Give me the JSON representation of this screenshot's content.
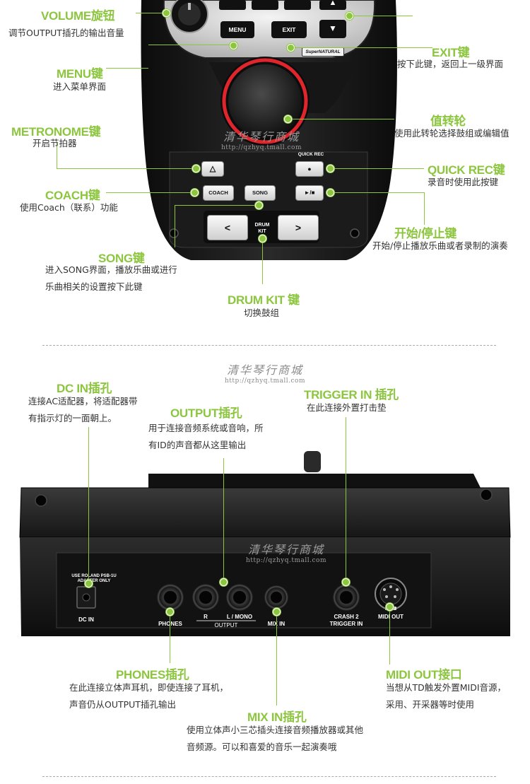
{
  "top_section": {
    "labels": {
      "volume": {
        "title": "VOLUME旋钮",
        "desc": "调节OUTPUT插孔的输出音量"
      },
      "menu": {
        "title": "MENU键",
        "desc": "进入菜单界面"
      },
      "metronome": {
        "title": "METRONOME键",
        "desc": "开启节拍器"
      },
      "coach": {
        "title": "COACH键",
        "desc": "使用Coach（联系）功能"
      },
      "song": {
        "title": "SONG键",
        "desc_line1": "进入SONG界面，播放乐曲或进行",
        "desc_line2": "乐曲相关的设置按下此键"
      },
      "drumkit": {
        "title": "DRUM KIT 键",
        "desc": "切换鼓组"
      },
      "exit": {
        "title": "EXIT键",
        "desc": "按下此键，返回上一级界面"
      },
      "value_wheel": {
        "title": "值转轮",
        "desc": "使用此转轮选择鼓组或编辑值"
      },
      "quick_rec": {
        "title": "QUICK REC键",
        "desc": "录音时使用此按键"
      },
      "start_stop": {
        "title": "开始/停止键",
        "desc": "开始/停止播放乐曲或者录制的演奏"
      }
    },
    "device_buttons": {
      "menu": "MENU",
      "exit": "EXIT",
      "supernatural": "SuperNATURAL",
      "quick_rec": "QUICK REC",
      "coach": "COACH",
      "song": "SONG",
      "drum_kit_line1": "DRUM",
      "drum_kit_line2": "KIT",
      "kit_prev": "<",
      "kit_next": ">",
      "rec_symbol": "●",
      "play_stop_symbol": "►/■",
      "up_arrow": "▲",
      "down_arrow": "▼"
    }
  },
  "watermark": {
    "brand": "清华琴行商城",
    "url": "http://qzhyq.tmall.com"
  },
  "bottom_section": {
    "labels": {
      "dc_in": {
        "title": "DC IN插孔",
        "desc_line1": "连接AC适配器，将适配器带",
        "desc_line2": "有指示灯的一面朝上。"
      },
      "output": {
        "title": "OUTPUT插孔",
        "desc_line1": "用于连接音频系统或音响，所",
        "desc_line2": "有ID的声音都从这里输出"
      },
      "trigger_in": {
        "title": "TRIGGER IN 插孔",
        "desc": "在此连接外置打击垫"
      },
      "phones": {
        "title": "PHONES插孔",
        "desc_line1": "在此连接立体声耳机，即使连接了耳机，",
        "desc_line2": "声音仍从OUTPUT插孔输出"
      },
      "mix_in": {
        "title": "MIX IN插孔",
        "desc_line1": "使用立体声小三芯插头连接音频播放器或其他",
        "desc_line2": "音频源。可以和喜爱的音乐一起演奏哦"
      },
      "midi_out": {
        "title": "MIDI OUT接口",
        "desc_line1": "当想从TD触发外置MIDI音源，",
        "desc_line2": "采用、开采器等时使用"
      }
    },
    "panel_text": {
      "use_roland_line1": "USE ROLAND PSB-1U",
      "use_roland_line2": "ADAPTER ONLY",
      "dc_in": "DC IN",
      "phones": "PHONES",
      "r": "R",
      "l_mono": "L / MONO",
      "output": "OUTPUT",
      "mix_in": "MIX IN",
      "crash2_line1": "CRASH 2",
      "crash2_line2": "TRIGGER IN",
      "midi_out": "MIDI OUT"
    }
  },
  "colors": {
    "accent": "#8cc63f",
    "device_body": "#1c1c1c",
    "wheel_ring": "#e0262c"
  }
}
